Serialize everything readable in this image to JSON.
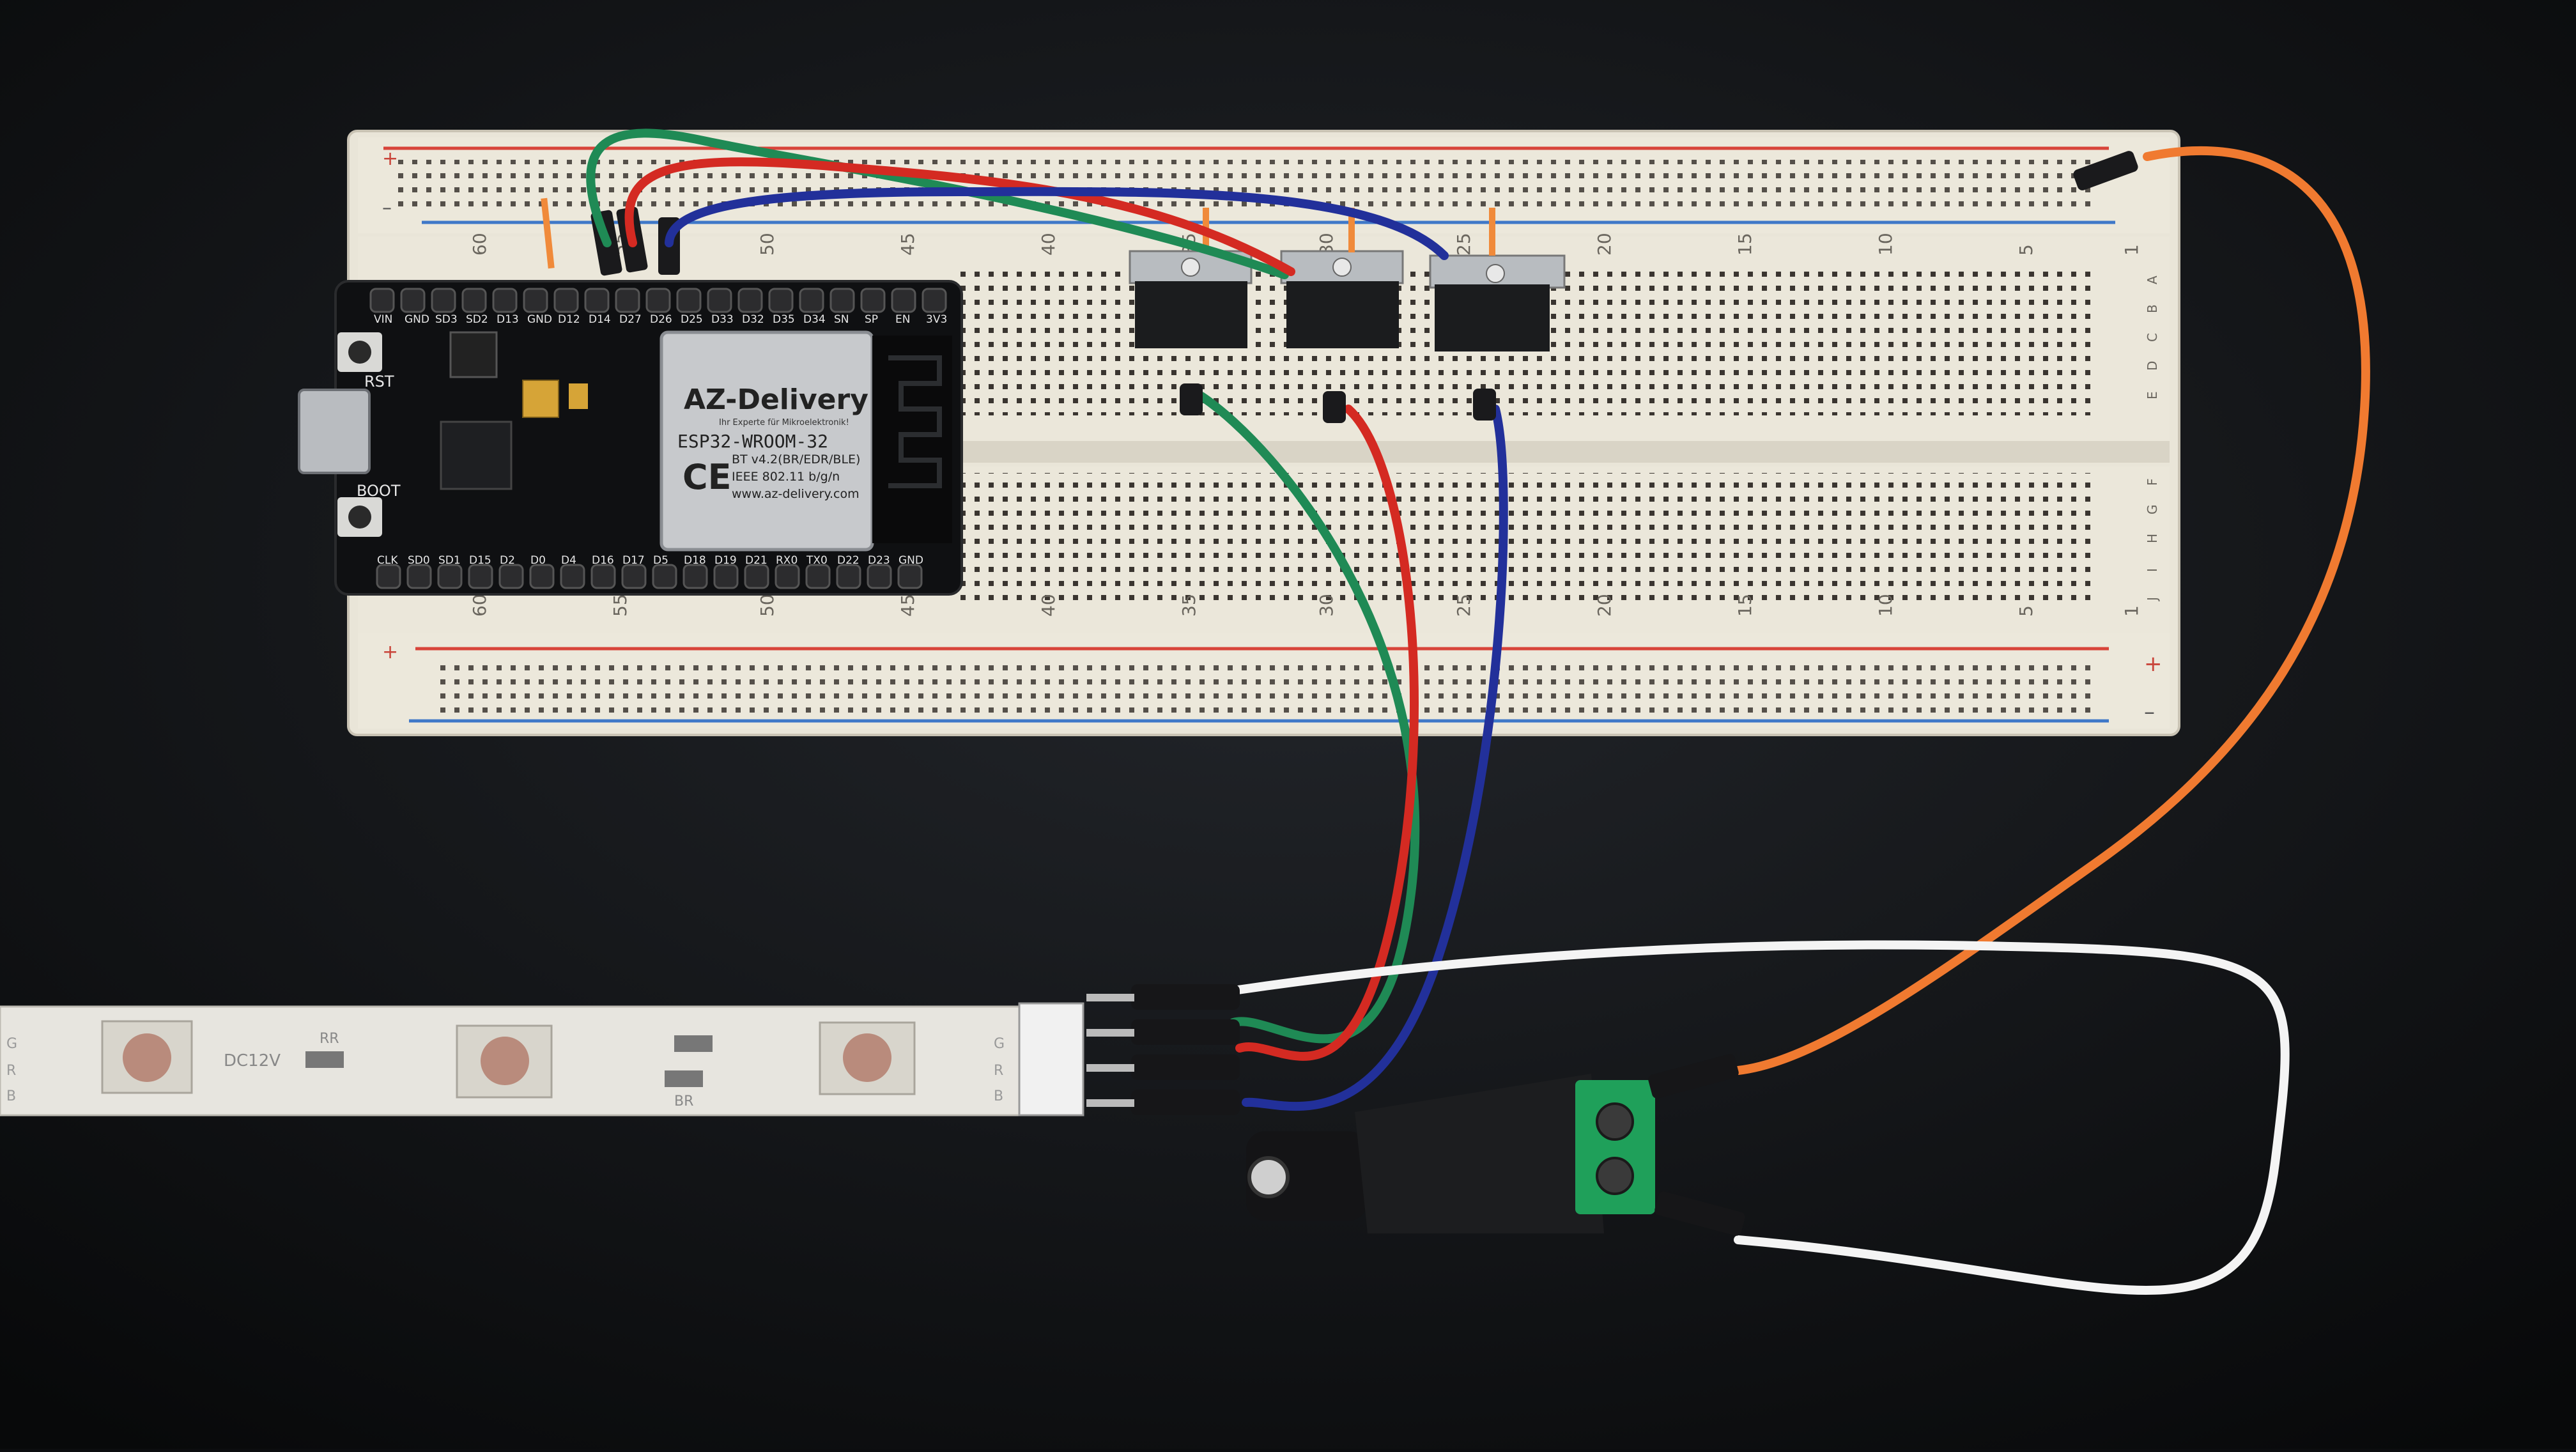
{
  "breadboard": {
    "top_numbers": [
      "60",
      "55",
      "50",
      "45",
      "40",
      "35",
      "30",
      "25",
      "20",
      "15",
      "10",
      "5",
      "1"
    ],
    "bottom_numbers": [
      "60",
      "55",
      "50",
      "45",
      "40",
      "35",
      "30",
      "25",
      "20",
      "15",
      "10",
      "5",
      "1"
    ],
    "row_letters_top": [
      "A",
      "B",
      "C",
      "D",
      "E"
    ],
    "row_letters_bottom": [
      "F",
      "G",
      "H",
      "I",
      "J"
    ],
    "plus": "+",
    "minus": "–"
  },
  "esp32": {
    "brand": "AZ-Delivery",
    "brand_sub": "Ihr Experte für Mikroelektronik!",
    "module": "ESP32-WROOM-32",
    "spec1": "BT v4.2(BR/EDR/BLE)",
    "spec2": "IEEE 802.11 b/g/n",
    "url": "www.az-delivery.com",
    "ce": "CE",
    "rst": "RST",
    "boot": "BOOT",
    "top_pins": [
      "VIN",
      "GND",
      "SD3",
      "SD2",
      "D13",
      "GND",
      "D12",
      "D14",
      "D27",
      "D26",
      "D25",
      "D33",
      "D32",
      "D35",
      "D34",
      "SN",
      "SP",
      "EN",
      "3V3"
    ],
    "bottom_pins": [
      "CLK",
      "SD0",
      "SD1",
      "D15",
      "D2",
      "D0",
      "D4",
      "D16",
      "D17",
      "D5",
      "D18",
      "D19",
      "D21",
      "RX0",
      "TX0",
      "D22",
      "D23",
      "GND"
    ]
  },
  "led_strip": {
    "voltage": "DC12V",
    "pad_labels": [
      "G",
      "R",
      "B"
    ],
    "resistor_top": "RR",
    "resistor_bottom": "BR"
  },
  "colors": {
    "background": "#0c0d0f",
    "breadboard": "#ece8dc",
    "rail_red": "#d8443a",
    "rail_blue": "#3f78c8",
    "wire_green": "#1f8a55",
    "wire_red": "#d42a22",
    "wire_blue": "#22309a",
    "wire_orange": "#f07a30",
    "wire_white": "#f4f4f4",
    "terminal_green": "#1fa05a"
  }
}
